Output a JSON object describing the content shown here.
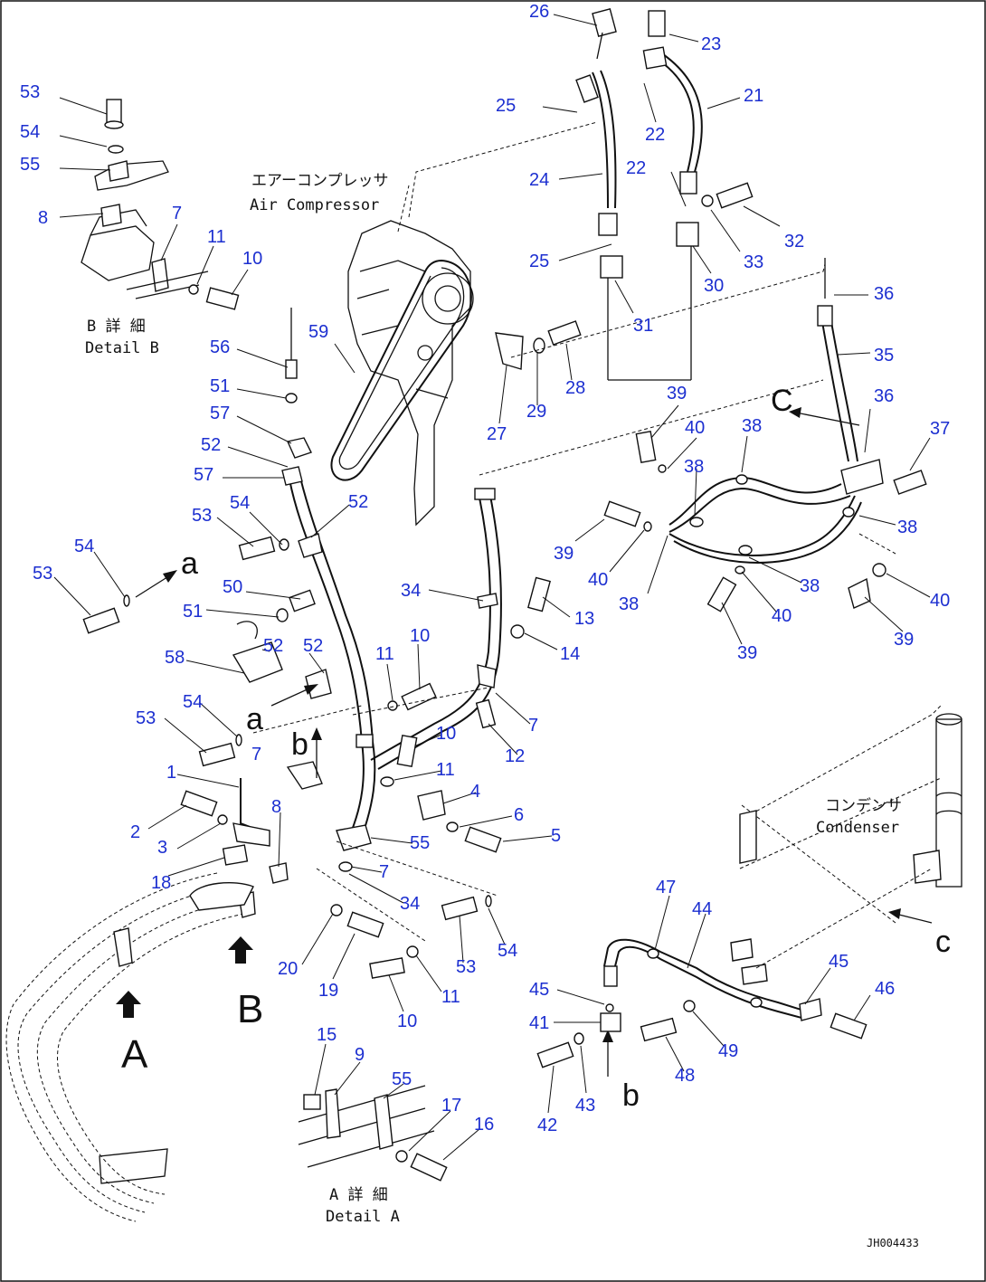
{
  "frame": {
    "drawing_code": "JH004433"
  },
  "labels": {
    "air_compressor_jp": "エアーコンプレッサ",
    "air_compressor_en": "Air Compressor",
    "condenser_jp": "コンデンサ",
    "condenser_en": "Condenser",
    "detail_b_jp": "B 詳 細",
    "detail_b_en": "Detail B",
    "detail_a_jp": "A 詳 細",
    "detail_a_en": "Detail A",
    "view_a": "A",
    "view_b": "B",
    "view_c1": "C",
    "view_c2": "c",
    "conn_a1": "a",
    "conn_a2": "a",
    "conn_b1": "b",
    "conn_b2": "b"
  },
  "part_numbers": {
    "p26": "26",
    "p23": "23",
    "p21": "21",
    "p25a": "25",
    "p22a": "22",
    "p24": "24",
    "p22b": "22",
    "p32": "32",
    "p25b": "25",
    "p33": "33",
    "p30": "30",
    "p31": "31",
    "p36a": "36",
    "p35": "35",
    "p36b": "36",
    "p37": "37",
    "p59": "59",
    "p28": "28",
    "p29": "29",
    "p27": "27",
    "p39a": "39",
    "p40a": "40",
    "p38a": "38",
    "p38b": "38",
    "p38c": "38",
    "p39b": "39",
    "p40b": "40",
    "p38d": "38",
    "p38e": "38",
    "p40c": "40",
    "p39c": "39",
    "p40d": "40",
    "p39d": "39",
    "p53a": "53",
    "p54a": "54",
    "p55a": "55",
    "p8a": "8",
    "p7a": "7",
    "p11a": "11",
    "p10a": "10",
    "p56": "56",
    "p51a": "51",
    "p57a": "57",
    "p52a": "52",
    "p57b": "57",
    "p53b": "53",
    "p54b": "54",
    "p52b": "52",
    "p53c": "53",
    "p54c": "54",
    "p50": "50",
    "p51b": "51",
    "p34a": "34",
    "p13": "13",
    "p14": "14",
    "p58": "58",
    "p52c": "52",
    "p52d": "52",
    "p11b": "11",
    "p10b": "10",
    "p54d": "54",
    "p53d": "53",
    "p7b": "7",
    "p12": "12",
    "p10c": "10",
    "p11c": "11",
    "p1": "1",
    "p4": "4",
    "p6": "6",
    "p5": "5",
    "p2": "2",
    "p3": "3",
    "p8b": "8",
    "p55b": "55",
    "p7c": "7",
    "p18": "18",
    "p34b": "34",
    "p54e": "54",
    "p53e": "53",
    "p20": "20",
    "p19": "19",
    "p10d": "10",
    "p11d": "11",
    "p47": "47",
    "p44": "44",
    "p45a": "45",
    "p45b": "45",
    "p46": "46",
    "p41": "41",
    "p48": "48",
    "p49": "49",
    "p43": "43",
    "p42": "42",
    "p15": "15",
    "p9": "9",
    "p55c": "55",
    "p17": "17",
    "p16": "16",
    "p7d": "7"
  },
  "colors": {
    "callout": "#1c2fd0",
    "line": "#111111",
    "background": "#ffffff"
  }
}
